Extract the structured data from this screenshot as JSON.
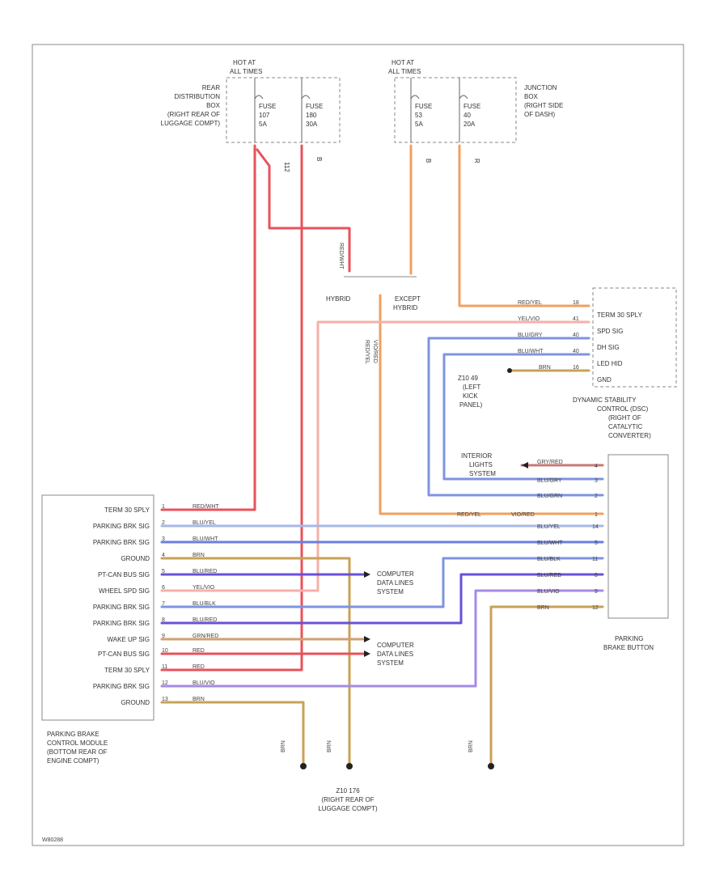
{
  "colors": {
    "red": "#e8525a",
    "orange": "#f0a060",
    "pink": "#f6b0a8",
    "blue": "#5a6fd8",
    "lightblue": "#8fa8e8",
    "purple": "#7a55d8",
    "violet": "#a58ae6",
    "brn": "#c9a256",
    "border": "#888888"
  },
  "fuse_boxes": [
    {
      "header": [
        "HOT AT",
        "ALL TIMES"
      ],
      "location": [
        "REAR",
        "DISTRIBUTION",
        "BOX",
        "(RIGHT REAR OF",
        "LUGGAGE COMPT)"
      ],
      "fuses": [
        {
          "label": [
            "FUSE",
            "107",
            "5A"
          ]
        },
        {
          "label": [
            "FUSE",
            "180",
            "30A"
          ]
        }
      ],
      "pin_labels": [
        "112",
        "B"
      ]
    },
    {
      "header": [
        "HOT AT",
        "ALL TIMES"
      ],
      "location": [
        "JUNCTION",
        "BOX",
        "(RIGHT SIDE",
        "OF DASH)"
      ],
      "fuses": [
        {
          "label": [
            "FUSE",
            "53",
            "5A"
          ]
        },
        {
          "label": [
            "FUSE",
            "40",
            "20A"
          ]
        }
      ],
      "pin_labels": [
        "B",
        "R"
      ]
    }
  ],
  "splice_labels": {
    "hybrid": "HYBRID",
    "except_hybrid": [
      "EXCEPT",
      "HYBRID"
    ],
    "wire_redwht": "RED/WHT",
    "wire_redyel": [
      "RED/YEL",
      "VIO/RED"
    ]
  },
  "dsc_module": {
    "label": [
      "DYNAMIC STABILITY",
      "CONTROL (DSC)",
      "(RIGHT OF",
      "CATALYTIC",
      "CONVERTER)"
    ],
    "pins": [
      {
        "name": "TERM 30 SPLY",
        "wire": "RED/YEL",
        "pin": "18"
      },
      {
        "name": "SPD SIG",
        "wire": "YEL/VIO",
        "pin": "41"
      },
      {
        "name": "DH SIG",
        "wire": "BLU/GRY",
        "pin": "40"
      },
      {
        "name": "LED HID",
        "wire": "BLU/WHT",
        "pin": "40"
      },
      {
        "name": "GND",
        "wire": "BRN",
        "pin": "16"
      }
    ],
    "ground": [
      "Z10 49",
      "(LEFT",
      "KICK",
      "PANEL)"
    ]
  },
  "interior_lights": {
    "label": [
      "INTERIOR",
      "LIGHTS",
      "SYSTEM"
    ],
    "wire": "GRY/RED"
  },
  "button": {
    "label": [
      "PARKING",
      "BRAKE BUTTON"
    ],
    "pins": [
      {
        "wire": "GRY/RED",
        "pin": "4"
      },
      {
        "wire": "BLU/GRY",
        "pin": "3"
      },
      {
        "wire": "BLU/GRN",
        "pin": "2"
      },
      {
        "wire": "VIO/RED",
        "pin": "1"
      },
      {
        "wire": "BLU/YEL",
        "pin": "14"
      },
      {
        "wire": "BLU/WHT",
        "pin": "5"
      },
      {
        "wire": "BLU/BLK",
        "pin": "11"
      },
      {
        "wire": "BLU/RED",
        "pin": "8"
      },
      {
        "wire": "BLU/VIO",
        "pin": "9"
      },
      {
        "wire": "BRN",
        "pin": "12"
      }
    ]
  },
  "module": {
    "label": [
      "PARKING BRAKE",
      "CONTROL MODULE",
      "(BOTTOM REAR OF",
      "ENGINE COMPT)"
    ],
    "pins": [
      {
        "name": "TERM 30 SPLY",
        "pin": "1",
        "wire": "RED/WHT"
      },
      {
        "name": "PARKING BRK SIG",
        "pin": "2",
        "wire": "BLU/YEL"
      },
      {
        "name": "PARKING BRK SIG",
        "pin": "3",
        "wire": "BLU/WHT"
      },
      {
        "name": "GROUND",
        "pin": "4",
        "wire": "BRN"
      },
      {
        "name": "PT-CAN BUS SIG",
        "pin": "5",
        "wire": "BLU/RED"
      },
      {
        "name": "WHEEL SPD SIG",
        "pin": "6",
        "wire": "YEL/VIO"
      },
      {
        "name": "PARKING BRK SIG",
        "pin": "7",
        "wire": "BLU/BLK"
      },
      {
        "name": "PARKING BRK SIG",
        "pin": "8",
        "wire": "BLU/RED"
      },
      {
        "name": "WAKE UP SIG",
        "pin": "9",
        "wire": "GRN/RED"
      },
      {
        "name": "PT-CAN BUS SIG",
        "pin": "10",
        "wire": "RED"
      },
      {
        "name": "TERM 30 SPLY",
        "pin": "11",
        "wire": "RED"
      },
      {
        "name": "PARKING BRK SIG",
        "pin": "12",
        "wire": "BLU/VIO"
      },
      {
        "name": "GROUND",
        "pin": "13",
        "wire": "BRN"
      }
    ]
  },
  "computer_data_lines": [
    "COMPUTER",
    "DATA LINES",
    "SYSTEM"
  ],
  "ground_bottom": {
    "wire": "BRN",
    "label": [
      "Z10 176",
      "(RIGHT REAR OF",
      "LUGGAGE COMPT)"
    ]
  },
  "figure_id": "W80288"
}
